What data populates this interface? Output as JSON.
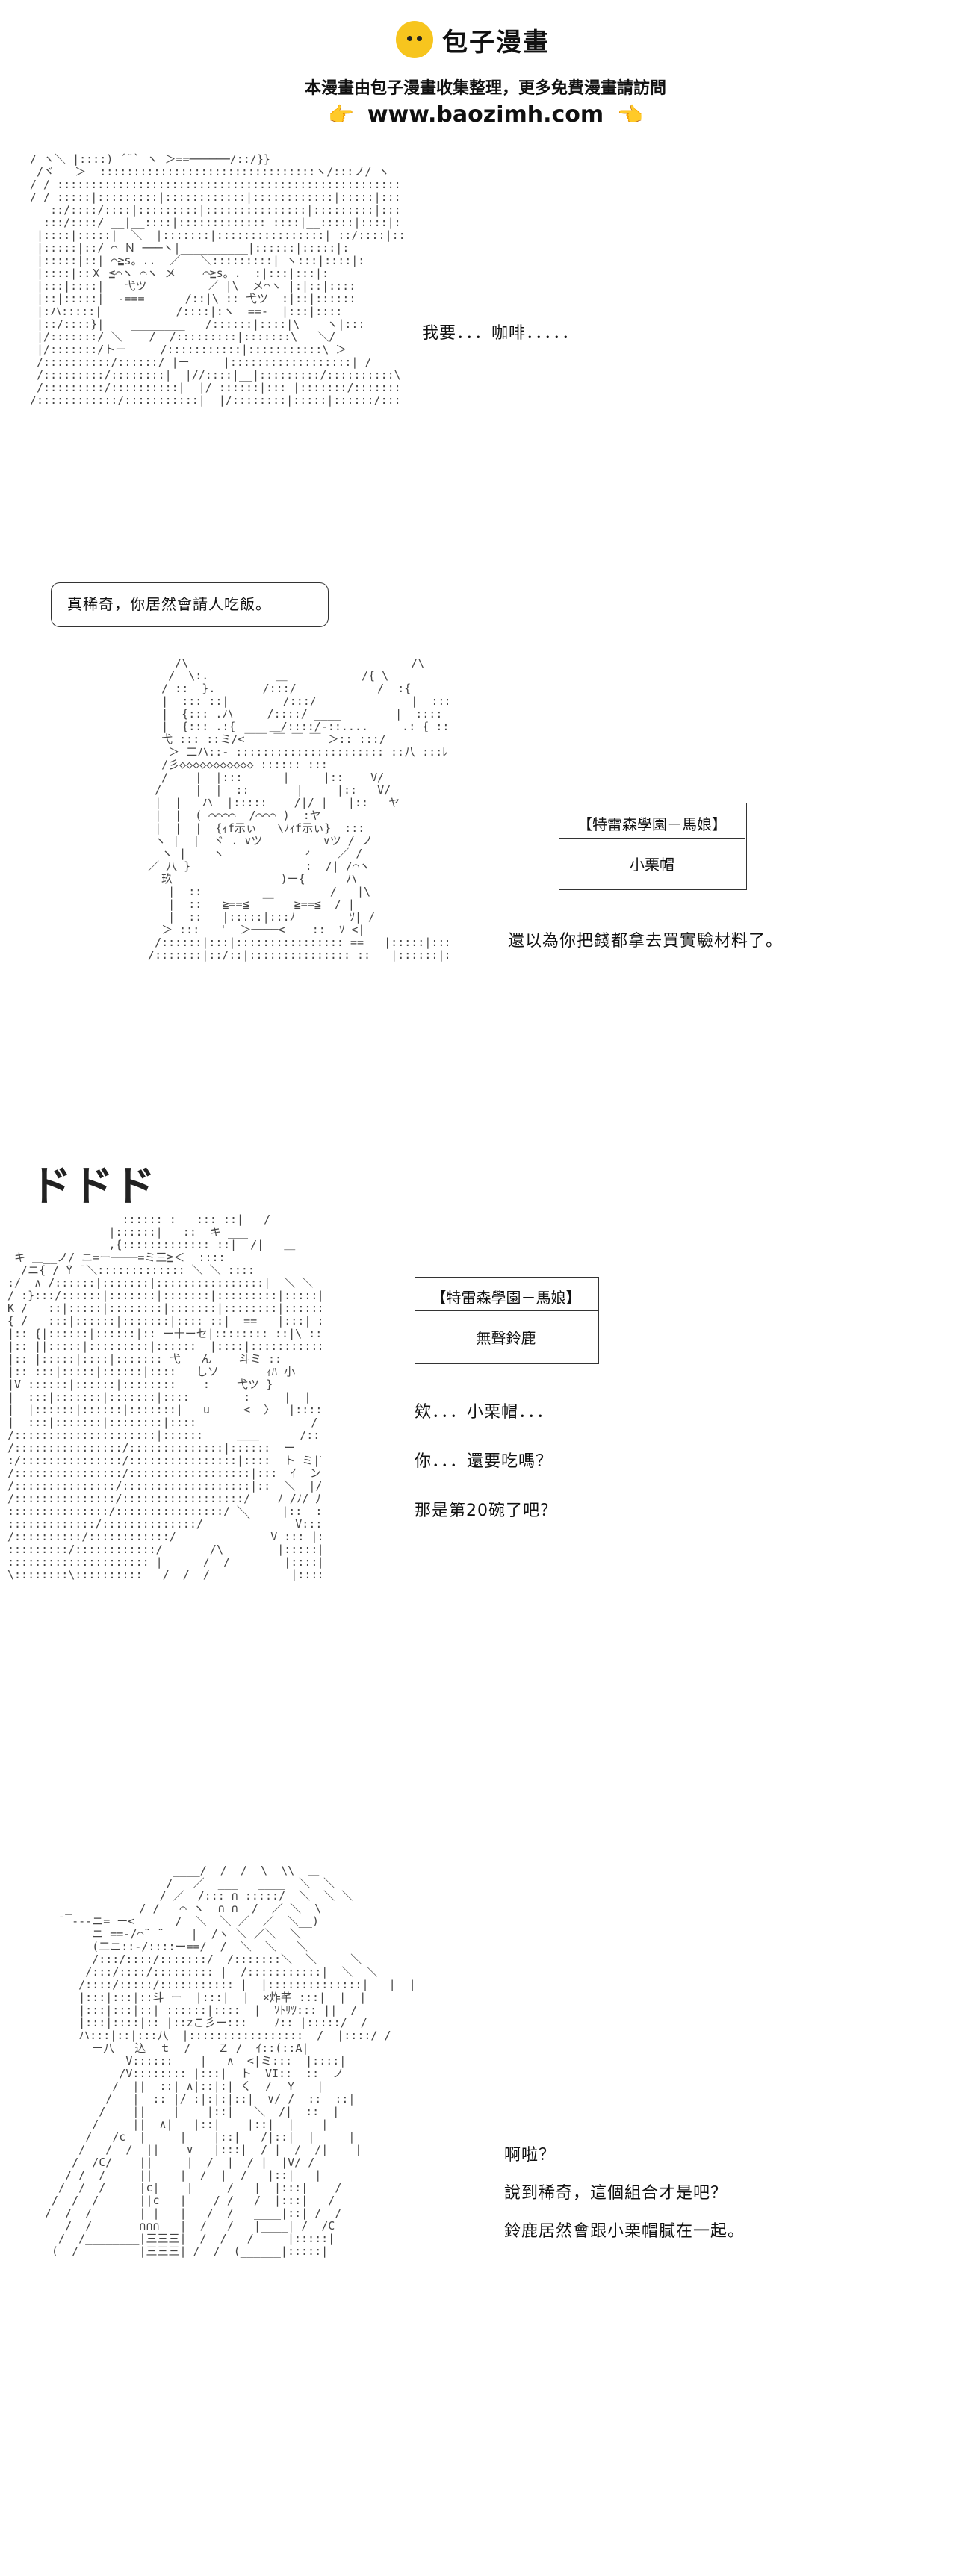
{
  "header": {
    "logo_text": "包子漫畫",
    "notice": "本漫畫由包子漫畫收集整理，更多免費漫畫請訪問",
    "hand_left": "👉",
    "hand_right": "👈",
    "site": "www.baozimh.com"
  },
  "panel1": {
    "line": "我要．．．咖啡．．．．．",
    "bubble": "真稀奇，你居然會請人吃飯。"
  },
  "panel2": {
    "plate_title": "【特雷森學園－馬娘】",
    "plate_name": "小栗帽",
    "line": "還以為你把錢都拿去買實驗材料了。"
  },
  "panel3": {
    "sfx": "ドドド",
    "plate_title": "【特雷森學園－馬娘】",
    "plate_name": "無聲鈴鹿",
    "lines": [
      "欸．．．小栗帽．．．",
      "你．．．還要吃嗎？",
      "那是第20碗了吧？"
    ]
  },
  "panel4": {
    "lines": [
      "啊啦？",
      "說到稀奇，這個組合才是吧？",
      "鈴鹿居然會跟小栗帽膩在一起。"
    ]
  }
}
